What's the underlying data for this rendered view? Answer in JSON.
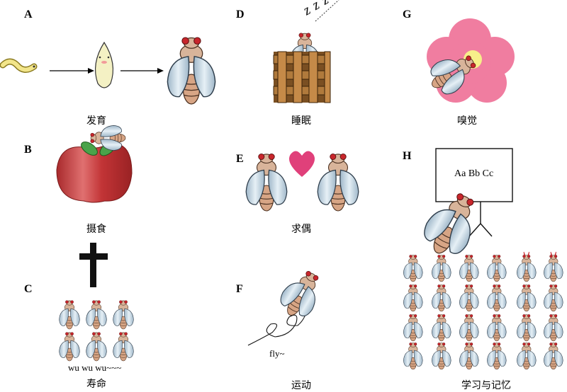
{
  "panels": {
    "A": {
      "letter": "A",
      "caption": "发育"
    },
    "B": {
      "letter": "B",
      "caption": "摄食"
    },
    "C": {
      "letter": "C",
      "caption": "寿命",
      "note": "wu wu wu~~~"
    },
    "D": {
      "letter": "D",
      "caption": "睡眠",
      "sleep_text": "z z z"
    },
    "E": {
      "letter": "E",
      "caption": "求偶"
    },
    "F": {
      "letter": "F",
      "caption": "运动",
      "note": "fly~"
    },
    "G": {
      "letter": "G",
      "caption": "嗅觉"
    },
    "H": {
      "letter": "H",
      "caption": "学习与记忆",
      "board_text": "Aa Bb Cc"
    }
  },
  "colors": {
    "wing": "#b9cfe0",
    "wing_edge": "#2f3e4c",
    "thorax": "#d8b49a",
    "abdomen": "#d9a88a",
    "eye": "#c8262c",
    "apple": "#c8383a",
    "leaf": "#4aa34a",
    "heart": "#e0407a",
    "flower": "#f07da0",
    "flower_center": "#f7ef8a",
    "basket": "#b07a3c",
    "larva": "#f2e58a",
    "pupa": "#f4f1c4"
  }
}
